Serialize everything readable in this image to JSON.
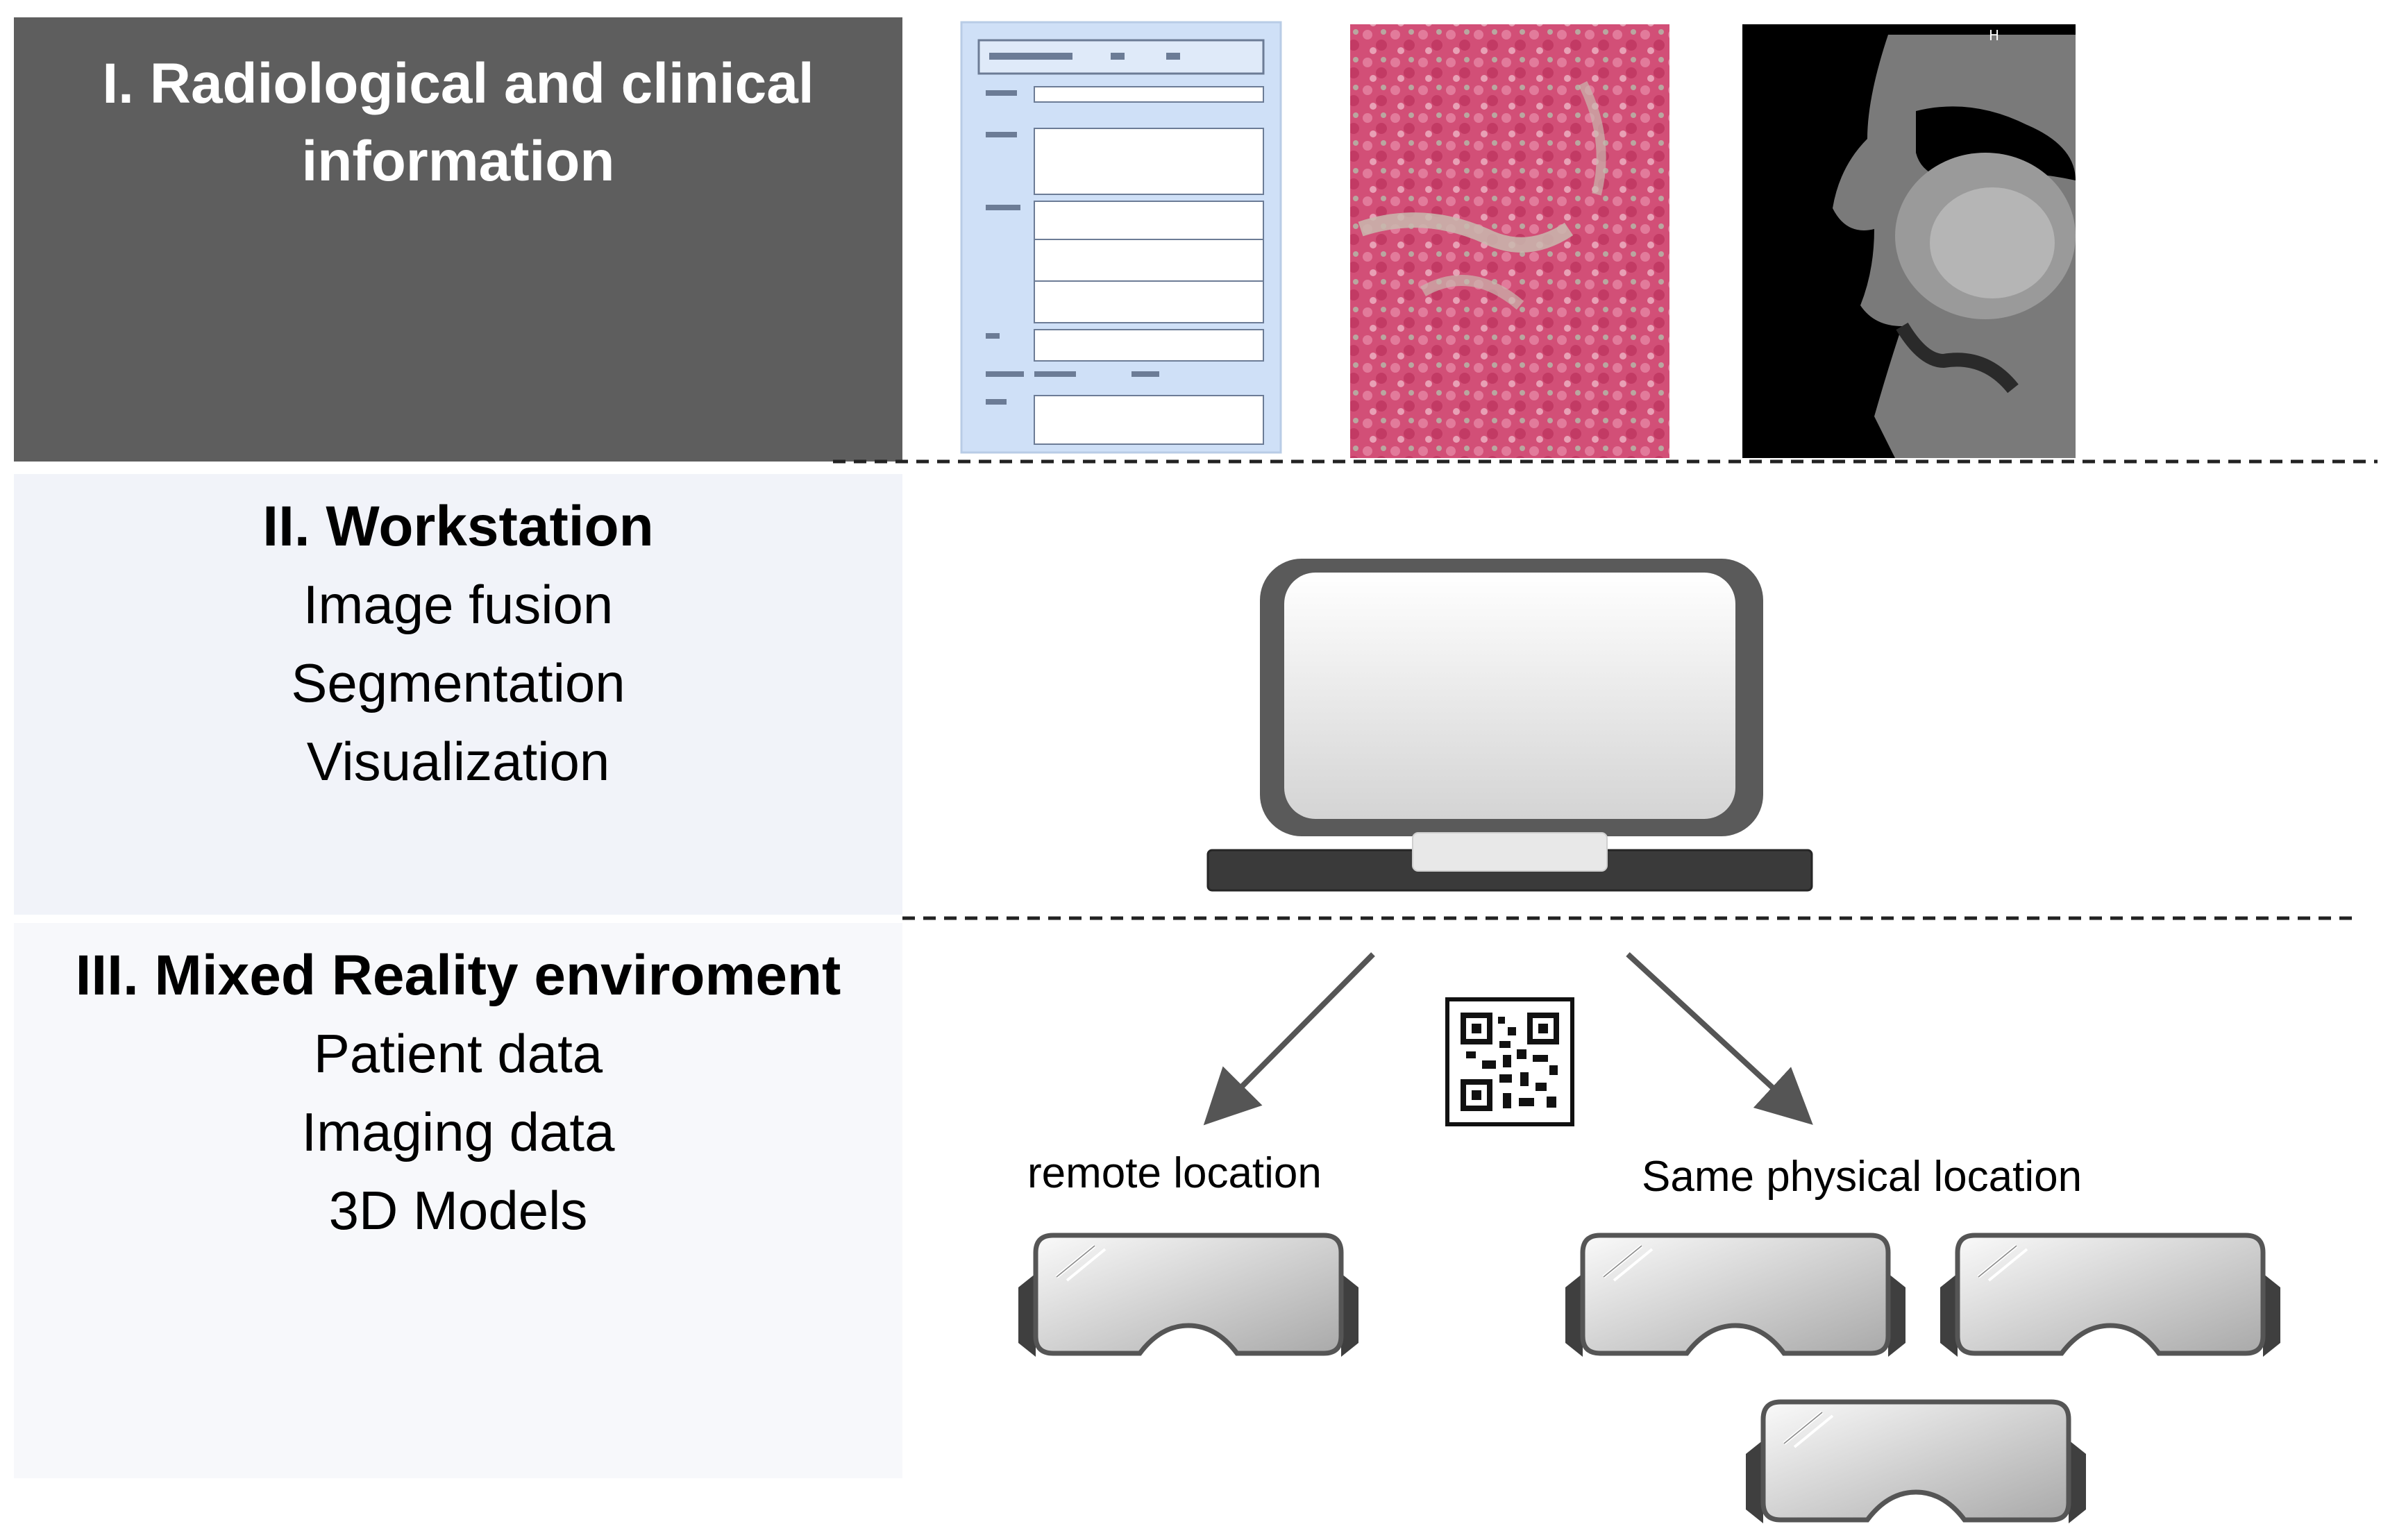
{
  "sections": [
    {
      "title": "I. Radiological and clinical information",
      "lines": []
    },
    {
      "title": "II. Workstation",
      "lines": [
        "Image fusion",
        "Segmentation",
        "Visualization"
      ]
    },
    {
      "title": "III. Mixed Reality enviroment",
      "lines": [
        "Patient data",
        "Imaging data",
        "3D Models"
      ]
    }
  ],
  "locations": {
    "remote": "remote location",
    "same": "Same physical location"
  },
  "colors": {
    "panel1_bg": "#5e5e5e",
    "panel2_bg": "#f1f3f9",
    "panel3_bg": "#f7f8fb",
    "form_bg": "#cfe0f7",
    "histology": "#d9577c",
    "mri_bg": "#000000",
    "laptop_frame": "#5a5a5a",
    "laptop_base": "#3a3a3a",
    "arrow": "#555555"
  },
  "icons": [
    "form-thumbnail",
    "histology-thumbnail",
    "mri-thumbnail",
    "laptop-icon",
    "qr-code-icon",
    "vr-headset-icon"
  ]
}
